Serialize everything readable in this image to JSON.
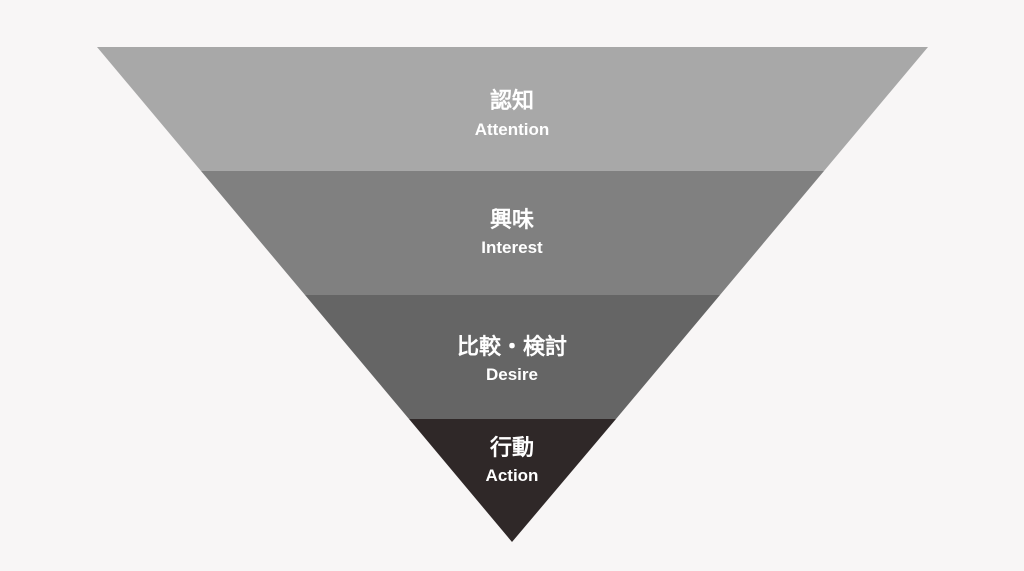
{
  "funnel": {
    "stages": [
      {
        "label_jp": "認知",
        "label_en": "Attention",
        "color": "#a8a8a8"
      },
      {
        "label_jp": "興味",
        "label_en": "Interest",
        "color": "#808080"
      },
      {
        "label_jp": "比較・検討",
        "label_en": "Desire",
        "color": "#656565"
      },
      {
        "label_jp": "行動",
        "label_en": "Action",
        "color": "#2f2828"
      }
    ]
  }
}
